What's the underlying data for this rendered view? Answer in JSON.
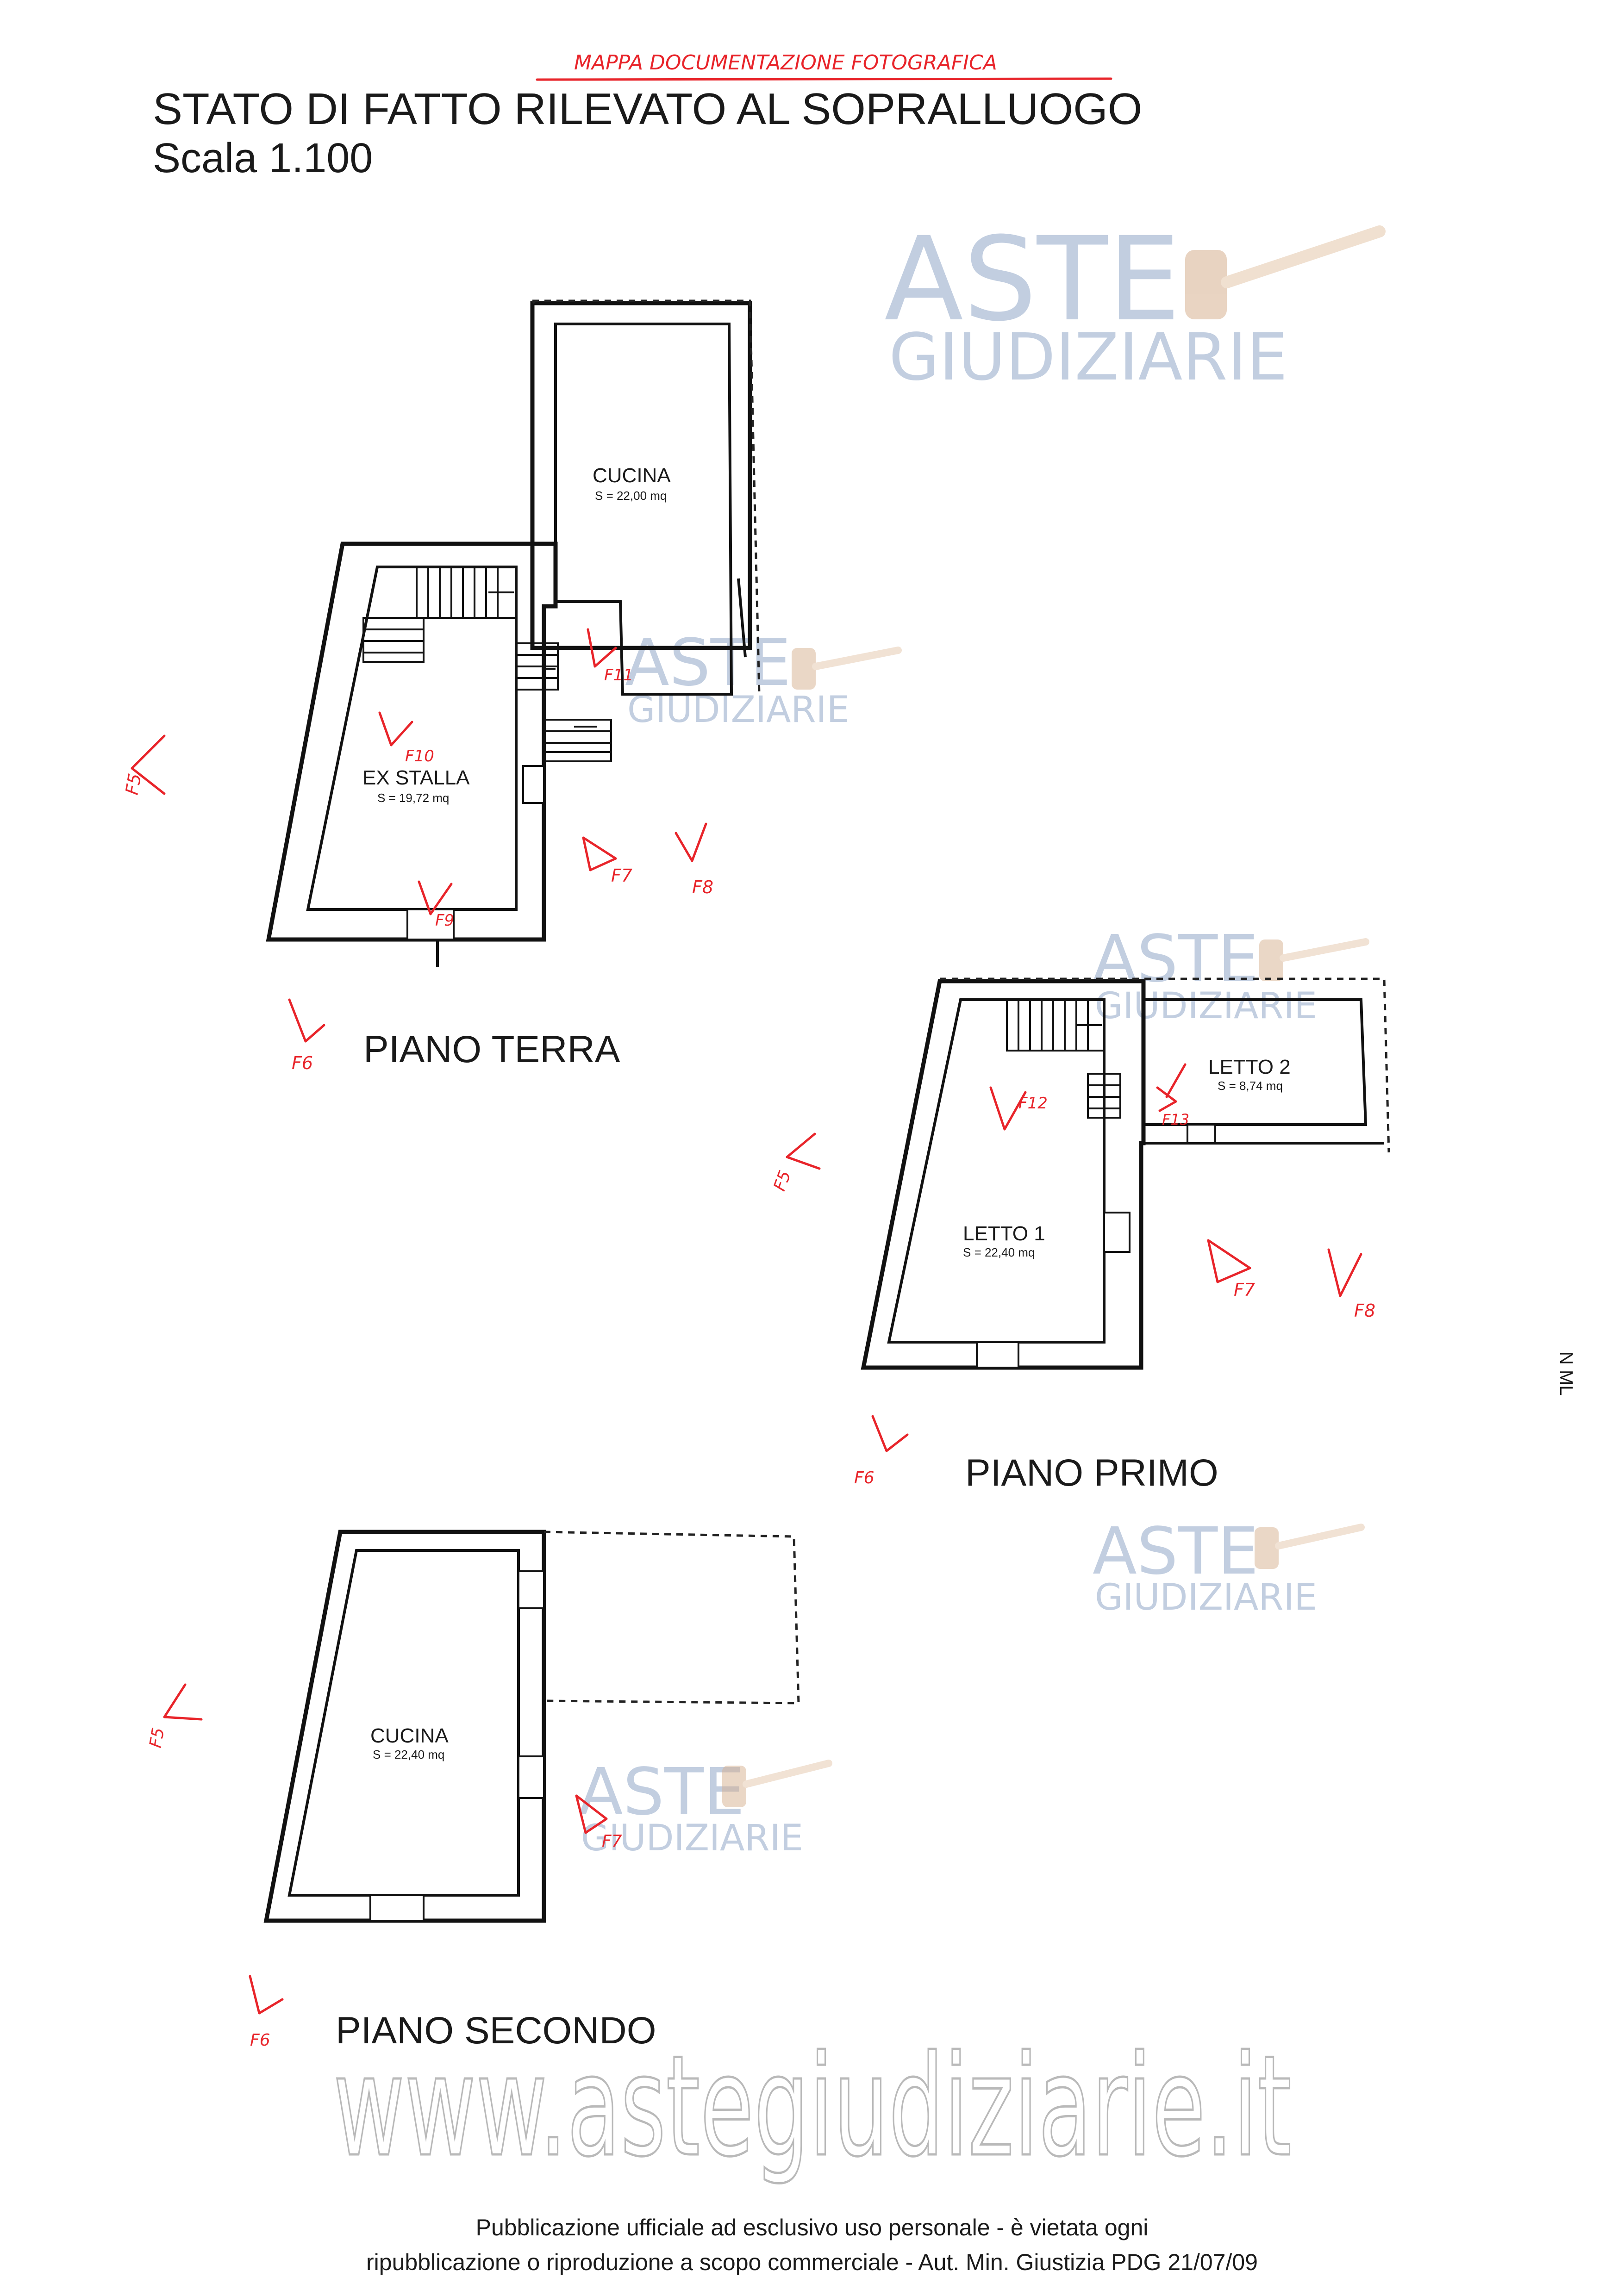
{
  "annotation": "MAPPA DOCUMENTAZIONE FOTOGRAFICA",
  "title": {
    "line1": "STATO DI FATTO RILEVATO AL SOPRALLUOGO",
    "line2": "Scala 1.100"
  },
  "floors": {
    "ground": {
      "label": "PIANO TERRA",
      "rooms": [
        {
          "name": "CUCINA",
          "area": "S = 22,00 mq"
        },
        {
          "name": "EX STALLA",
          "area": "S = 19,72 mq"
        }
      ]
    },
    "first": {
      "label": "PIANO PRIMO",
      "rooms": [
        {
          "name": "LETTO 2",
          "area": "S = 8,74 mq"
        },
        {
          "name": "LETTO 1",
          "area": "S = 22,40 mq"
        }
      ]
    },
    "second": {
      "label": "PIANO SECONDO",
      "rooms": [
        {
          "name": "CUCINA",
          "area": "S = 22,40 mq"
        }
      ]
    }
  },
  "photo_markers": [
    "F5",
    "F6",
    "F7",
    "F8",
    "F9",
    "F10",
    "F11",
    "F5",
    "F6",
    "F7",
    "F8",
    "F12",
    "F13",
    "F5",
    "F6",
    "F7"
  ],
  "side_note": "N ML",
  "watermark": {
    "brand_line1": "ASTE",
    "brand_line2": "GIUDIZIARIE",
    "url": "www.astegiudiziarie.it"
  },
  "footer": {
    "line1": "Pubblicazione ufficiale ad esclusivo uso personale - è vietata ogni",
    "line2": "ripubblicazione o riproduzione a scopo commerciale - Aut. Min. Giustizia PDG 21/07/09"
  },
  "colors": {
    "annotation_red": "#e8242a",
    "watermark_blue": "#aebed6",
    "ink": "#111111"
  }
}
